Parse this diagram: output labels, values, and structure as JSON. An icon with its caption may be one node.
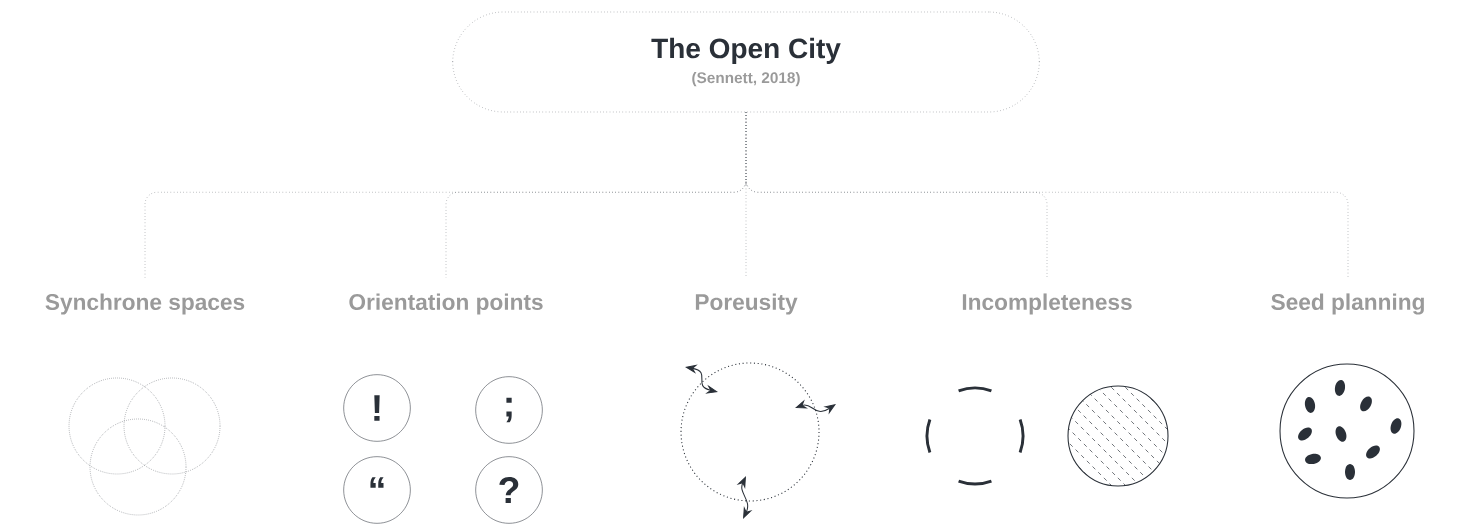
{
  "diagram": {
    "nodes": [
      {
        "text": [
          "The Open City",
          "(Sennett, 2018)"
        ]
      },
      {
        "text": [
          "Synchrone spaces"
        ]
      },
      {
        "text": [
          "Orientation points"
        ]
      },
      {
        "text": [
          "Poreusity"
        ]
      },
      {
        "text": [
          "Incompleteness"
        ]
      },
      {
        "text": [
          "Seed planning"
        ]
      }
    ],
    "edges": [
      {
        "from": 0,
        "to": 1,
        "arrow": "none"
      },
      {
        "from": 0,
        "to": 2,
        "arrow": "none"
      },
      {
        "from": 0,
        "to": 3,
        "arrow": "none"
      },
      {
        "from": 0,
        "to": 4,
        "arrow": "none"
      },
      {
        "from": 0,
        "to": 5,
        "arrow": "none"
      }
    ],
    "labels": [
      "!",
      ";",
      "“",
      "?"
    ]
  }
}
